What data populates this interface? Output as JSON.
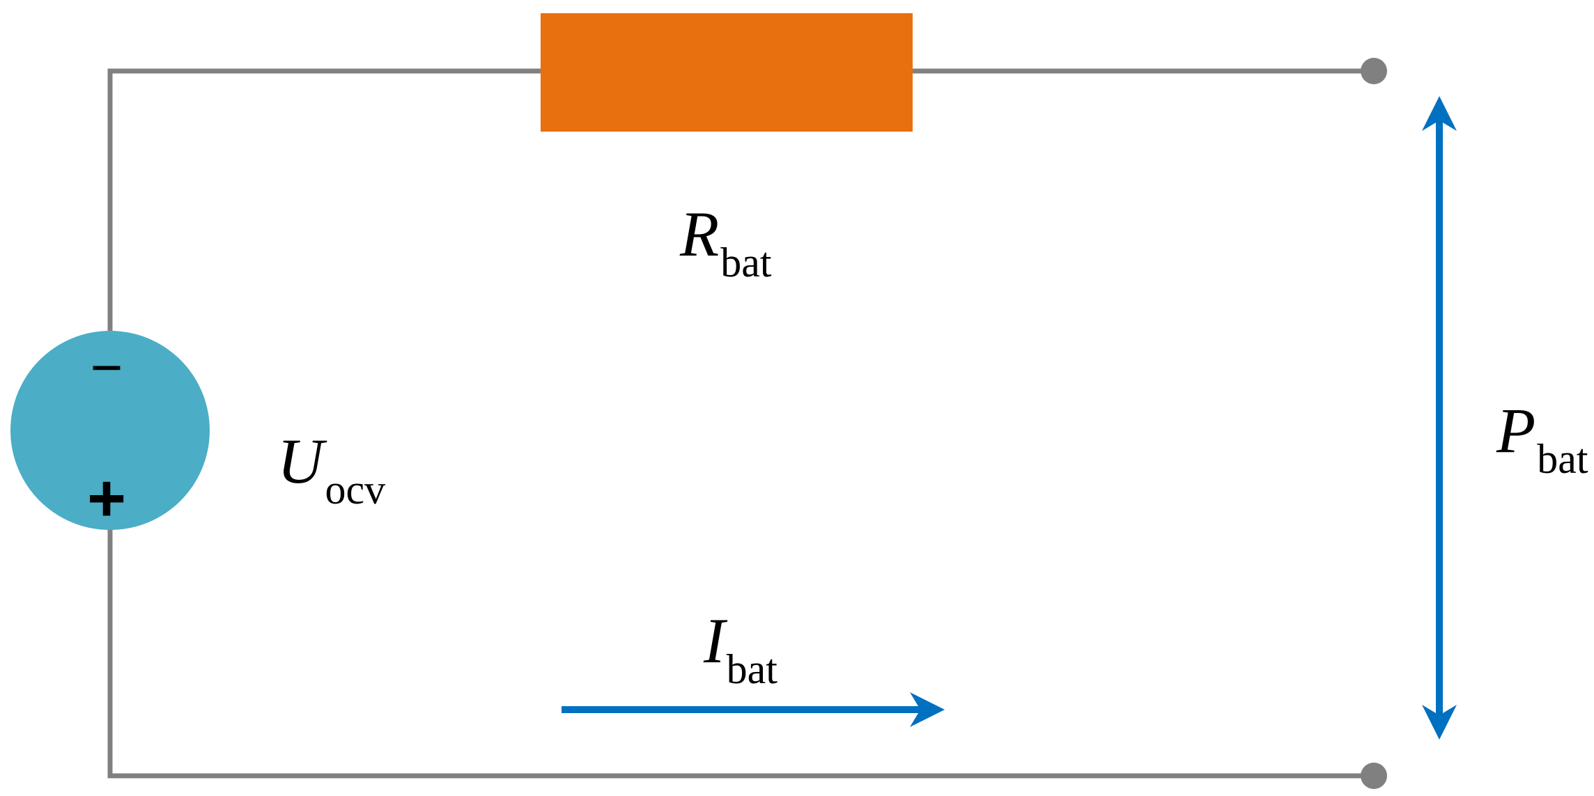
{
  "colors": {
    "wire": "#808080",
    "resistor": "#E8700E",
    "source": "#4BADC6",
    "arrow": "#0070C0",
    "terminal": "#808080"
  },
  "source": {
    "minus_sign": "−",
    "plus_sign": "+"
  },
  "labels": {
    "resistor": {
      "symbol": "R",
      "subscript": "bat"
    },
    "voltage": {
      "symbol": "U",
      "subscript": "ocv"
    },
    "current": {
      "symbol": "I",
      "subscript": "bat"
    },
    "power": {
      "symbol": "P",
      "subscript": "bat"
    }
  }
}
